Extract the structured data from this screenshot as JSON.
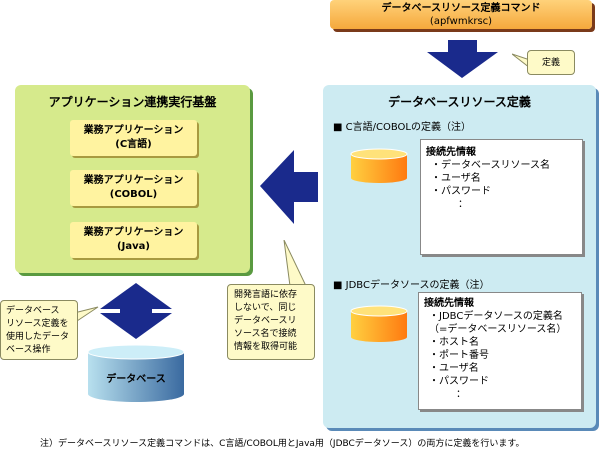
{
  "command": {
    "title": "データベースリソース定義コマンド",
    "name": "(apfwmkrsc)"
  },
  "define_callout": "定義",
  "right_panel": {
    "title": "データベースリソース定義",
    "section1": {
      "heading": "■ C言語/COBOLの定義（注）",
      "info_title": "接続先情報",
      "items": [
        "・データベースリソース名",
        "・ユーザ名",
        "・パスワード",
        "："
      ]
    },
    "section2": {
      "heading": "■ JDBCデータソースの定義（注）",
      "info_title": "接続先情報",
      "items": [
        "・JDBCデータソースの定義名",
        "（=データベースリソース名）",
        "・ホスト名",
        "・ポート番号",
        "・ユーザ名",
        "・パスワード",
        "："
      ]
    }
  },
  "left_panel": {
    "title": "アプリケーション連携実行基盤",
    "apps": [
      {
        "line1": "業務アプリケーション",
        "line2": "(C言語)"
      },
      {
        "line1": "業務アプリケーション",
        "line2": "(COBOL)"
      },
      {
        "line1": "業務アプリケーション",
        "line2": "(Java)"
      }
    ]
  },
  "callout_connection": [
    "開発言語に依存",
    "しないで、同じ",
    "データベースリ",
    "ソース名で接続",
    "情報を取得可能"
  ],
  "callout_db_op": [
    "データベース",
    "リソース定義を",
    "使用したデータ",
    "ベース操作"
  ],
  "database_label": "データベース",
  "footnote": "注）データベースリソース定義コマンドは、C言語/COBOL用とJava用（JDBCデータソース）の両方に定義を行います。",
  "colors": {
    "arrow": "#1a2a8c",
    "orange": "#f5a83c",
    "panel_right": "#cdebf2",
    "panel_left": "#d6ea8c",
    "db_blue": "#6a9ac4"
  }
}
